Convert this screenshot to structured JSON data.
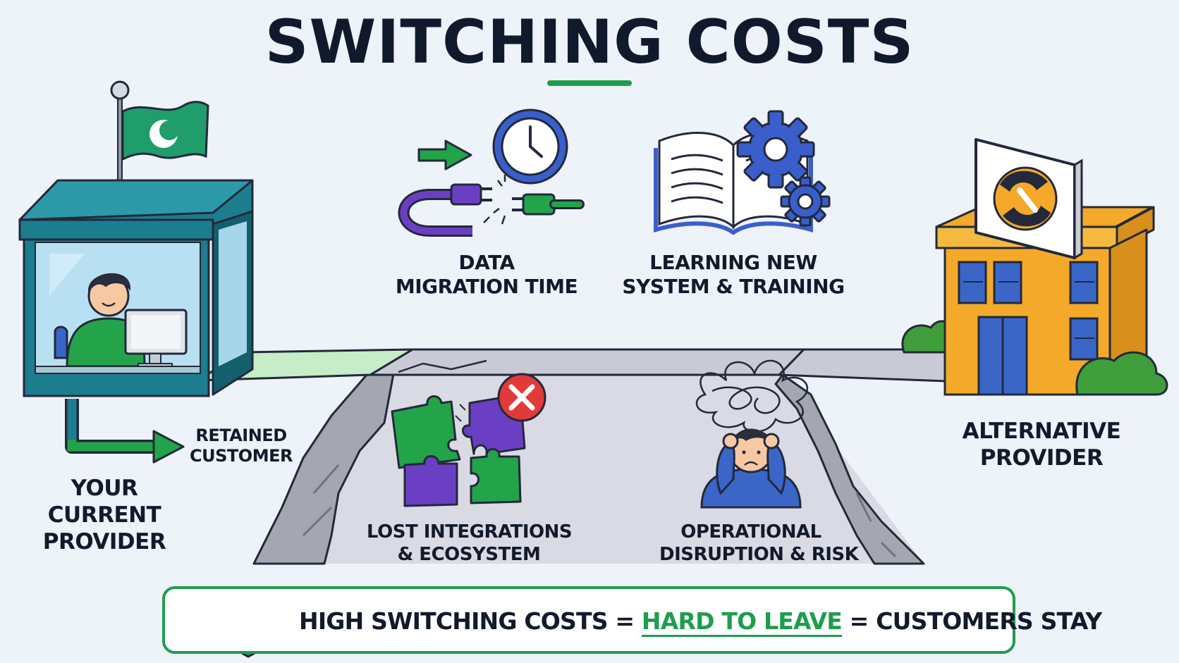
{
  "title": "SWITCHING COSTS",
  "labels": {
    "data_migration": [
      "DATA",
      "MIGRATION TIME"
    ],
    "learning": [
      "LEARNING NEW",
      "SYSTEM & TRAINING"
    ],
    "retained": [
      "RETAINED",
      "CUSTOMER"
    ],
    "current_provider": [
      "YOUR",
      "CURRENT",
      "PROVIDER"
    ],
    "alternative_provider": [
      "ALTERNATIVE",
      "PROVIDER"
    ],
    "lost_integrations": [
      "LOST INTEGRATIONS",
      "& ECOSYSTEM"
    ],
    "operational": [
      "OPERATIONAL",
      "DISRUPTION & RISK"
    ]
  },
  "banner": {
    "part1": "HIGH SWITCHING COSTS = ",
    "highlight": "HARD TO LEAVE",
    "part2": " = CUSTOMERS STAY"
  },
  "colors": {
    "brand_green": "#1f9d4f",
    "booth_teal": "#1c7d8f",
    "purple": "#6b3fc4",
    "blue": "#3a5fcc",
    "orange": "#f4a92a",
    "cliff_gray": "#9ea1aa",
    "error_red": "#e23a3a"
  },
  "icons": [
    "flag-icon",
    "clock-icon",
    "arrow-right-icon",
    "plug-icon",
    "book-icon",
    "gear-icon",
    "puzzle-icon",
    "close-icon",
    "stress-person-icon",
    "shield-lock-icon",
    "building-icon",
    "logo-sign-icon"
  ]
}
